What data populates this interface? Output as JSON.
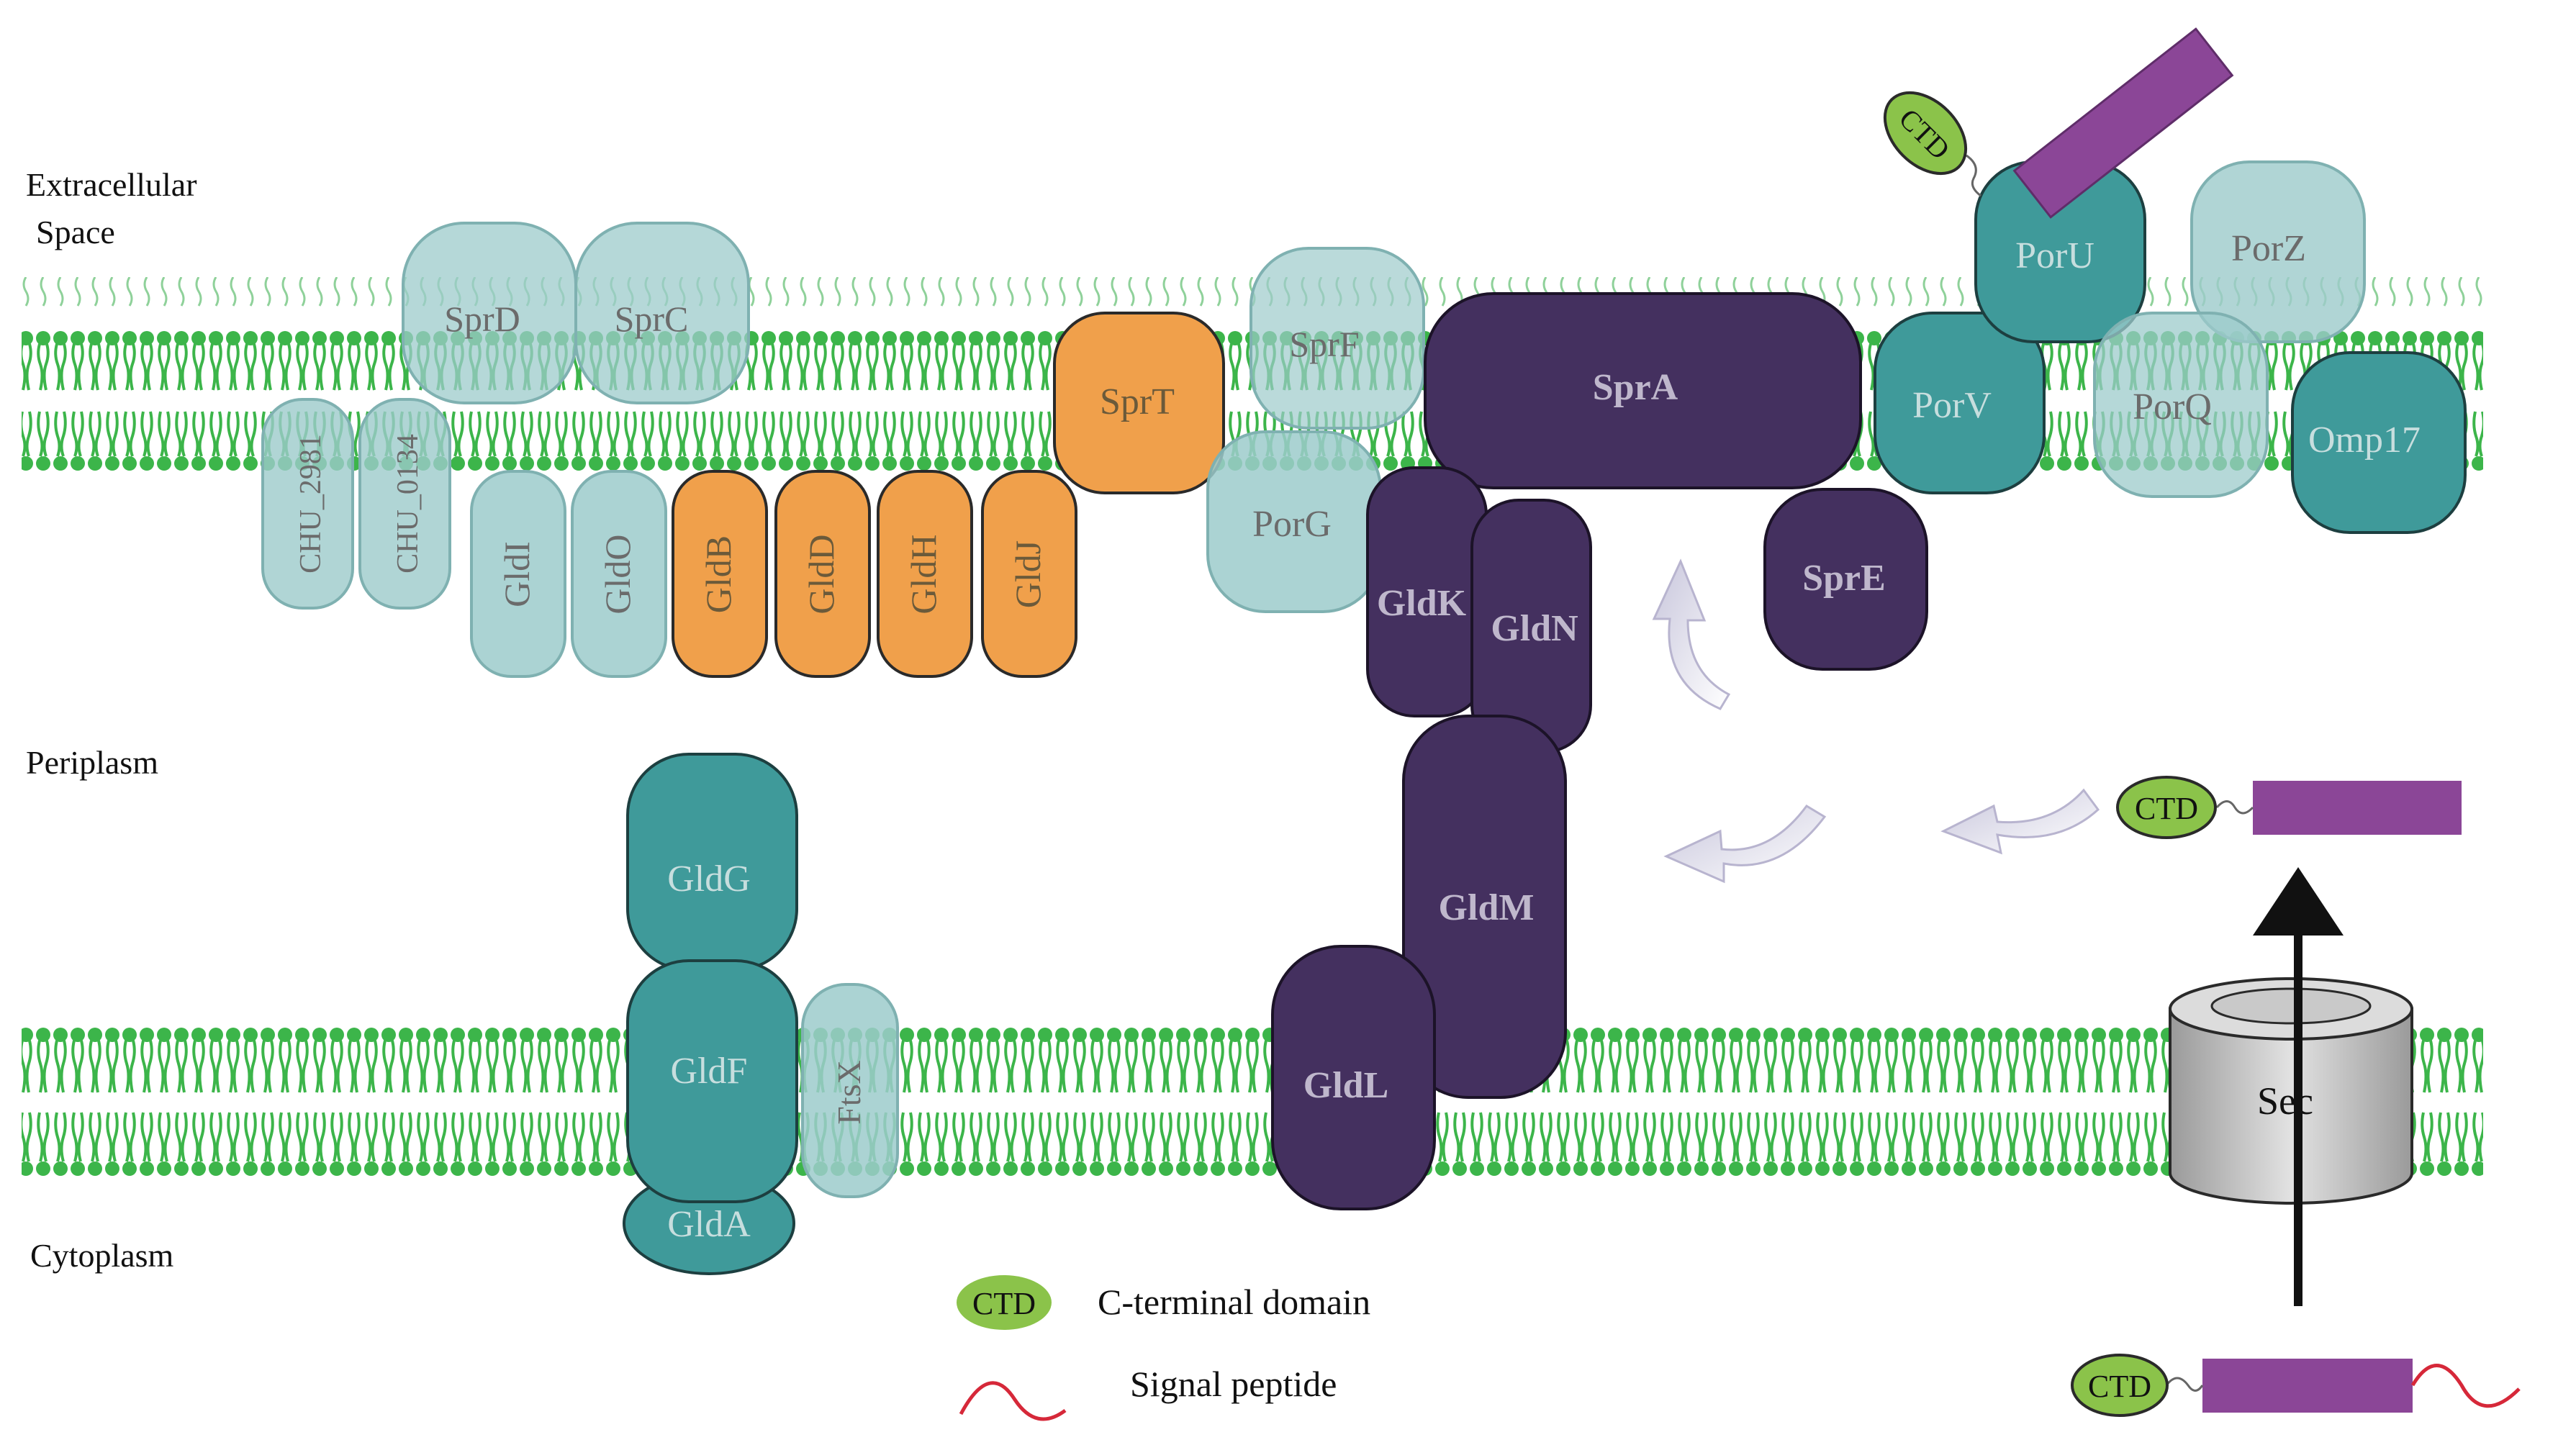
{
  "regions": {
    "extracellular_line1": "Extracellular",
    "extracellular_line2": "Space",
    "periplasm": "Periplasm",
    "cytoplasm": "Cytoplasm"
  },
  "proteins": {
    "sprD": "SprD",
    "sprC": "SprC",
    "chu2981": "CHU_2981",
    "chu0134": "CHU_0134",
    "gldI": "GldI",
    "gldO": "GldO",
    "gldB": "GldB",
    "gldD": "GldD",
    "gldH": "GldH",
    "gldJ": "GldJ",
    "sprT": "SprT",
    "sprF": "SprF",
    "porG": "PorG",
    "sprA": "SprA",
    "gldK": "GldK",
    "gldN": "GldN",
    "sprE": "SprE",
    "gldM": "GldM",
    "gldL": "GldL",
    "porU": "PorU",
    "porZ": "PorZ",
    "porV": "PorV",
    "porQ": "PorQ",
    "omp17": "Omp17",
    "gldG": "GldG",
    "gldF": "GldF",
    "gldA": "GldA",
    "ftsX": "FtsX",
    "sec": "Sec"
  },
  "ctd_tags": {
    "top": "CTD",
    "periplasm": "CTD",
    "cytoplasm": "CTD"
  },
  "legend": {
    "ctd_symbol": "CTD",
    "ctd_text": "C-terminal domain",
    "signal_text": "Signal peptide"
  },
  "colors": {
    "membrane_head": "#3cb54a",
    "membrane_tail": "#3cb54a",
    "light_teal": "#9ccbcb",
    "teal": "#3f9a9a",
    "orange": "#f0a04b",
    "purple": "#44305f",
    "cargo": "#8b4697",
    "ctd": "#8bc34a",
    "signal": "#d62839"
  }
}
